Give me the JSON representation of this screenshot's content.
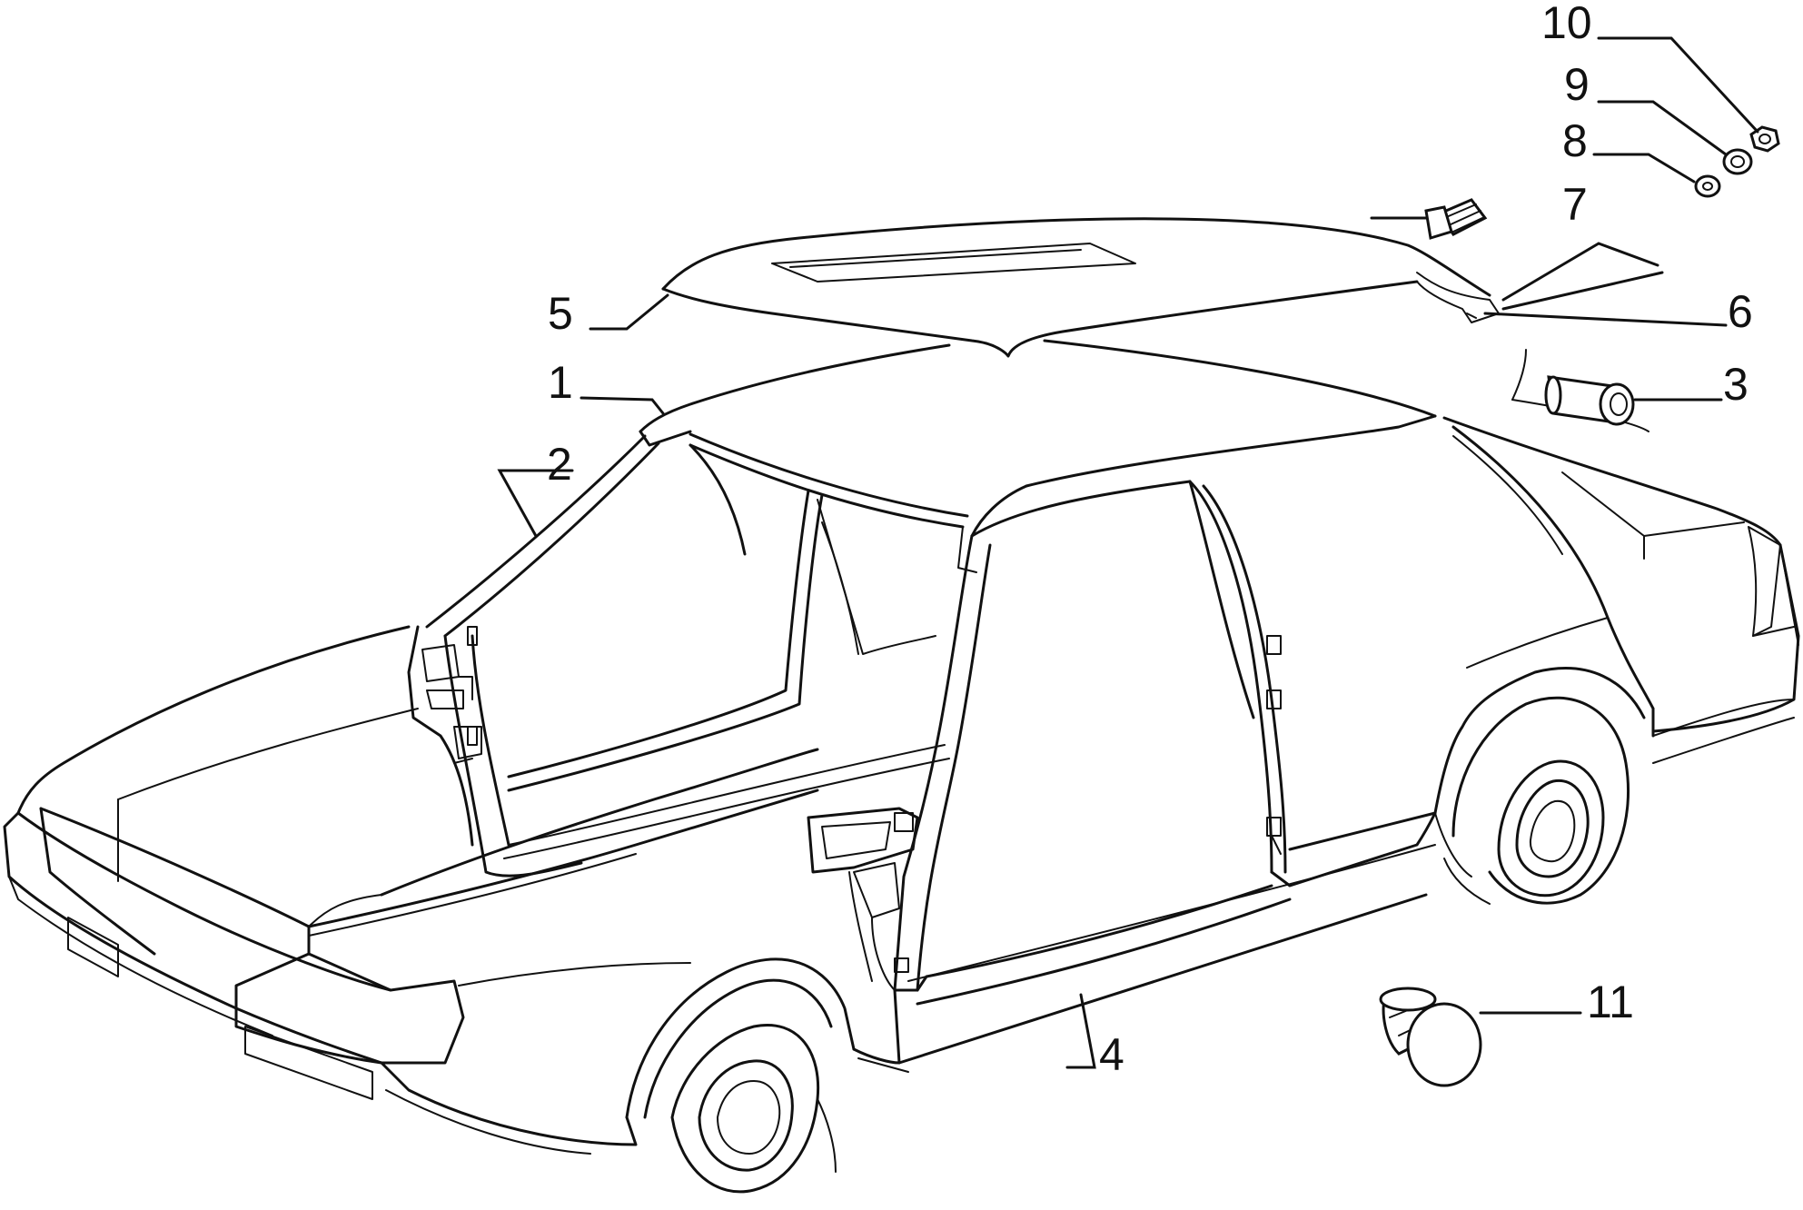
{
  "callouts": [
    {
      "id": "1",
      "label": "1"
    },
    {
      "id": "2",
      "label": "2"
    },
    {
      "id": "3",
      "label": "3"
    },
    {
      "id": "4",
      "label": "4"
    },
    {
      "id": "5",
      "label": "5"
    },
    {
      "id": "6",
      "label": "6"
    },
    {
      "id": "7",
      "label": "7"
    },
    {
      "id": "8",
      "label": "8"
    },
    {
      "id": "9",
      "label": "9"
    },
    {
      "id": "10",
      "label": "10"
    },
    {
      "id": "11",
      "label": "11"
    }
  ],
  "colors": {
    "line": "#111111",
    "background": "#ffffff"
  }
}
